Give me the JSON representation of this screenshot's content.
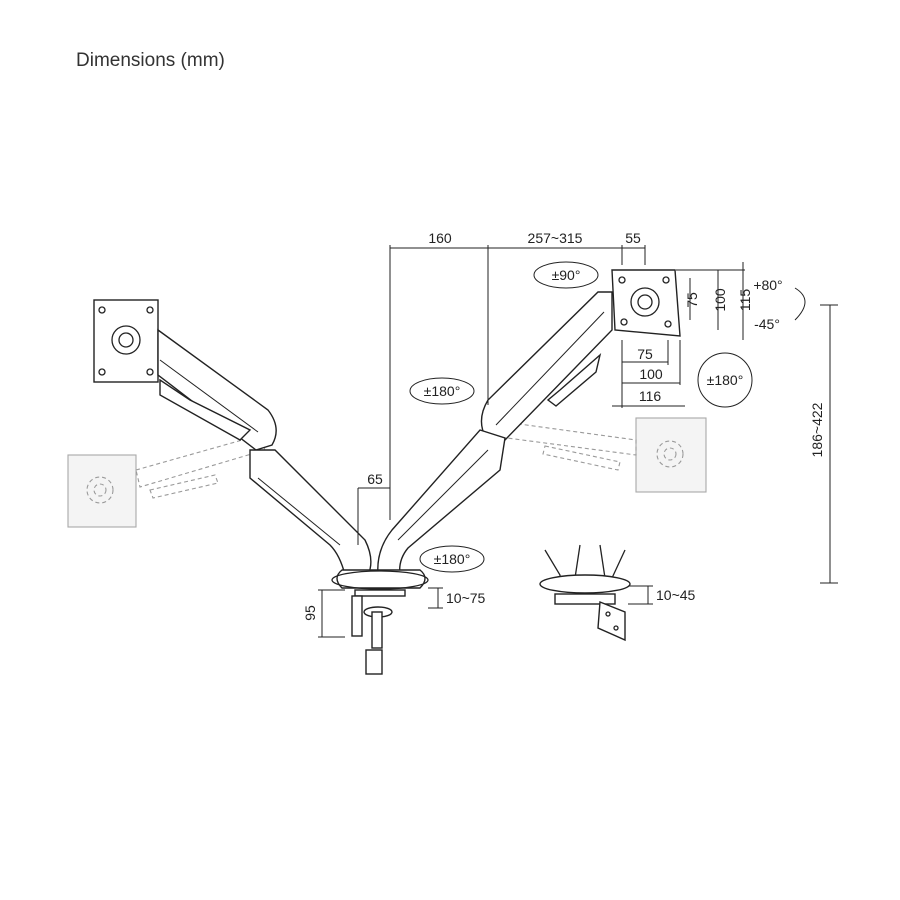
{
  "title": "Dimensions (mm)",
  "dimensions": {
    "top_offset": "160",
    "arm_reach": "257~315",
    "plate_depth": "55",
    "vesa_75_h": "75",
    "vesa_100_h": "100",
    "vesa_115_h": "115",
    "vesa_75_w": "75",
    "vesa_100_w": "100",
    "plate_width": "116",
    "pole_offset": "65",
    "clamp_height": "95",
    "clamp_range": "10~75",
    "grommet_range": "10~45",
    "height_range": "186~422"
  },
  "rotations": {
    "rotate_90": "±90°",
    "tilt_up": "+80°",
    "tilt_down": "-45°",
    "swivel_plate": "±180°",
    "swivel_arm": "±180°",
    "swivel_base": "±180°"
  }
}
